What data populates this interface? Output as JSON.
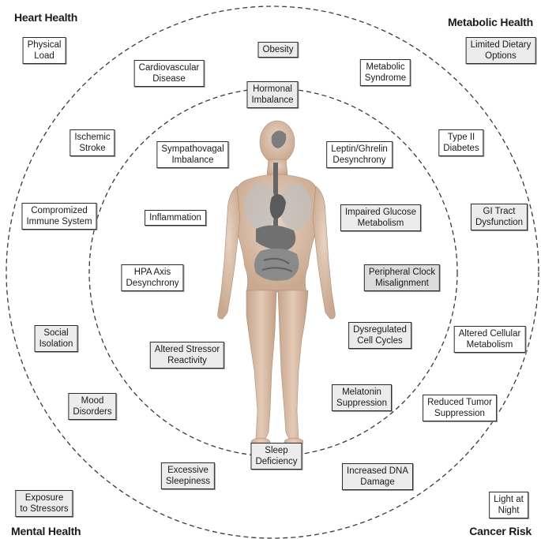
{
  "corners": {
    "heart": "Heart Health",
    "metabolic": "Metabolic Health",
    "mental": "Mental Health",
    "cancer": "Cancer Risk"
  },
  "outer_ring": {
    "physical_load": [
      "Physical",
      "Load"
    ],
    "cardiovascular_disease": [
      "Cardiovascular",
      "Disease"
    ],
    "obesity": [
      "Obesity"
    ],
    "metabolic_syndrome": [
      "Metabolic",
      "Syndrome"
    ],
    "limited_dietary_options": [
      "Limited Dietary",
      "Options"
    ],
    "ischemic_stroke": [
      "Ischemic",
      "Stroke"
    ],
    "type2_diabetes": [
      "Type II",
      "Diabetes"
    ],
    "compromized_immune": [
      "Compromized",
      "Immune System"
    ],
    "gi_tract": [
      "GI Tract",
      "Dysfunction"
    ],
    "social_isolation": [
      "Social",
      "Isolation"
    ],
    "altered_cellular_metabolism": [
      "Altered Cellular",
      "Metabolism"
    ],
    "mood_disorders": [
      "Mood",
      "Disorders"
    ],
    "reduced_tumor_suppression": [
      "Reduced Tumor",
      "Suppression"
    ],
    "excessive_sleepiness": [
      "Excessive",
      "Sleepiness"
    ],
    "increased_dna_damage": [
      "Increased DNA",
      "Damage"
    ],
    "exposure_to_stressors": [
      "Exposure",
      "to Stressors"
    ],
    "light_at_night": [
      "Light at",
      "Night"
    ]
  },
  "inner_ring": {
    "hormonal_imbalance": [
      "Hormonal",
      "Imbalance"
    ],
    "sympathovagal_imbalance": [
      "Sympathovagal",
      "Imbalance"
    ],
    "leptin_ghrelin": [
      "Leptin/Ghrelin",
      "Desynchrony"
    ],
    "inflammation": [
      "Inflammation"
    ],
    "impaired_glucose": [
      "Impaired Glucose",
      "Metabolism"
    ],
    "hpa_axis": [
      "HPA Axis",
      "Desynchrony"
    ],
    "peripheral_clock": [
      "Peripheral Clock",
      "Misalignment"
    ],
    "altered_stressor": [
      "Altered Stressor",
      "Reactivity"
    ],
    "dysregulated_cell_cycles": [
      "Dysregulated",
      "Cell Cycles"
    ],
    "melatonin_suppression": [
      "Melatonin",
      "Suppression"
    ],
    "sleep_deficiency": [
      "Sleep",
      "Deficiency"
    ]
  }
}
